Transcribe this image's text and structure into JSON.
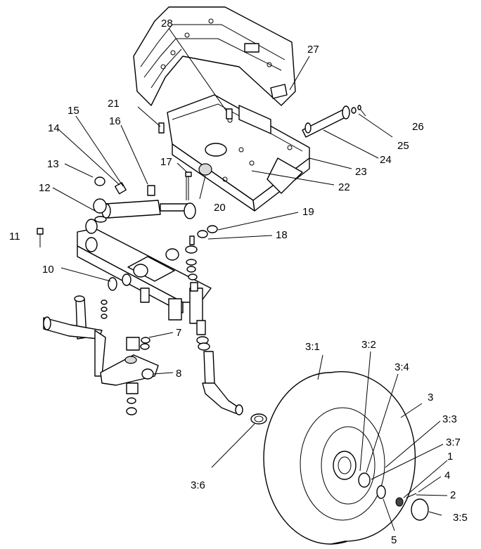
{
  "callouts": {
    "c1": "1",
    "c2": "2",
    "c3": "3",
    "c3_1": "3:1",
    "c3_2": "3:2",
    "c3_3": "3:3",
    "c3_4": "3:4",
    "c3_5": "3:5",
    "c3_6": "3:6",
    "c3_7": "3:7",
    "c4": "4",
    "c5": "5",
    "c7": "7",
    "c8": "8",
    "c10": "10",
    "c11": "11",
    "c12": "12",
    "c13": "13",
    "c14": "14",
    "c15": "15",
    "c16": "16",
    "c17": "17",
    "c18": "18",
    "c19": "19",
    "c20": "20",
    "c21": "21",
    "c22": "22",
    "c23": "23",
    "c24": "24",
    "c25": "25",
    "c26": "26",
    "c27": "27",
    "c28": "28"
  }
}
